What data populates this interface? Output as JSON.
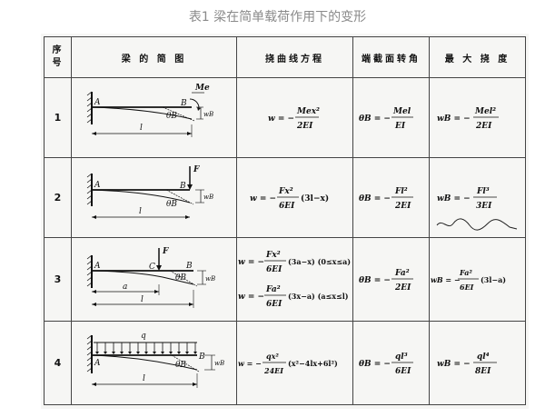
{
  "caption": "表1 梁在简单载荷作用下的变形",
  "table": {
    "headers": {
      "no": "序号",
      "diagram": "梁 的 简 图",
      "deflection_equation": "挠曲线方程",
      "end_rotation": "端截面转角",
      "max_deflection": "最 大 挠 度"
    },
    "rows": [
      {
        "no": "1",
        "diagram": {
          "A": "A",
          "B": "B",
          "load": "Me",
          "theta": "θB",
          "w": "wB",
          "span": "l"
        },
        "equation": {
          "lhs": "w = −",
          "num": "Mex²",
          "den": "2EI"
        },
        "rotation": {
          "lhs": "θB = −",
          "num": "Mel",
          "den": "EI"
        },
        "max": {
          "lhs": "wB = −",
          "num": "Mel²",
          "den": "2EI"
        }
      },
      {
        "no": "2",
        "diagram": {
          "A": "A",
          "B": "B",
          "load": "F",
          "theta": "θB",
          "w": "wB",
          "span": "l"
        },
        "equation": {
          "lhs": "w = −",
          "num": "Fx²",
          "den": "6EI",
          "tail": "(3l−x)"
        },
        "rotation": {
          "lhs": "θB = −",
          "num": "Fl²",
          "den": "2EI"
        },
        "max": {
          "lhs": "wB = −",
          "num": "Fl³",
          "den": "3EI"
        }
      },
      {
        "no": "3",
        "diagram": {
          "A": "A",
          "B": "B",
          "C": "C",
          "load": "F",
          "theta": "θB",
          "w": "wB",
          "a": "a",
          "span": "l"
        },
        "equation": [
          {
            "lhs": "w = −",
            "num": "Fx²",
            "den": "6EI",
            "tail": "(3a−x)  (0≤x≤a)"
          },
          {
            "lhs": "w = −",
            "num": "Fa²",
            "den": "6EI",
            "tail": "(3x−a)  (a≤x≤l)"
          }
        ],
        "rotation": {
          "lhs": "θB = −",
          "num": "Fa²",
          "den": "2EI"
        },
        "max": {
          "lhs": "wB = −",
          "num": "Fa²",
          "den": "6EI",
          "tail": "(3l−a)"
        }
      },
      {
        "no": "4",
        "diagram": {
          "A": "A",
          "B": "B",
          "load": "q",
          "theta": "θB",
          "w": "wB",
          "span": "l"
        },
        "equation": {
          "lhs": "w = −",
          "num": "qx²",
          "den": "24EI",
          "tail": "(x²−4lx+6l²)"
        },
        "rotation": {
          "lhs": "θB = −",
          "num": "ql³",
          "den": "6EI"
        },
        "max": {
          "lhs": "wB = −",
          "num": "ql⁴",
          "den": "8EI"
        }
      }
    ]
  }
}
